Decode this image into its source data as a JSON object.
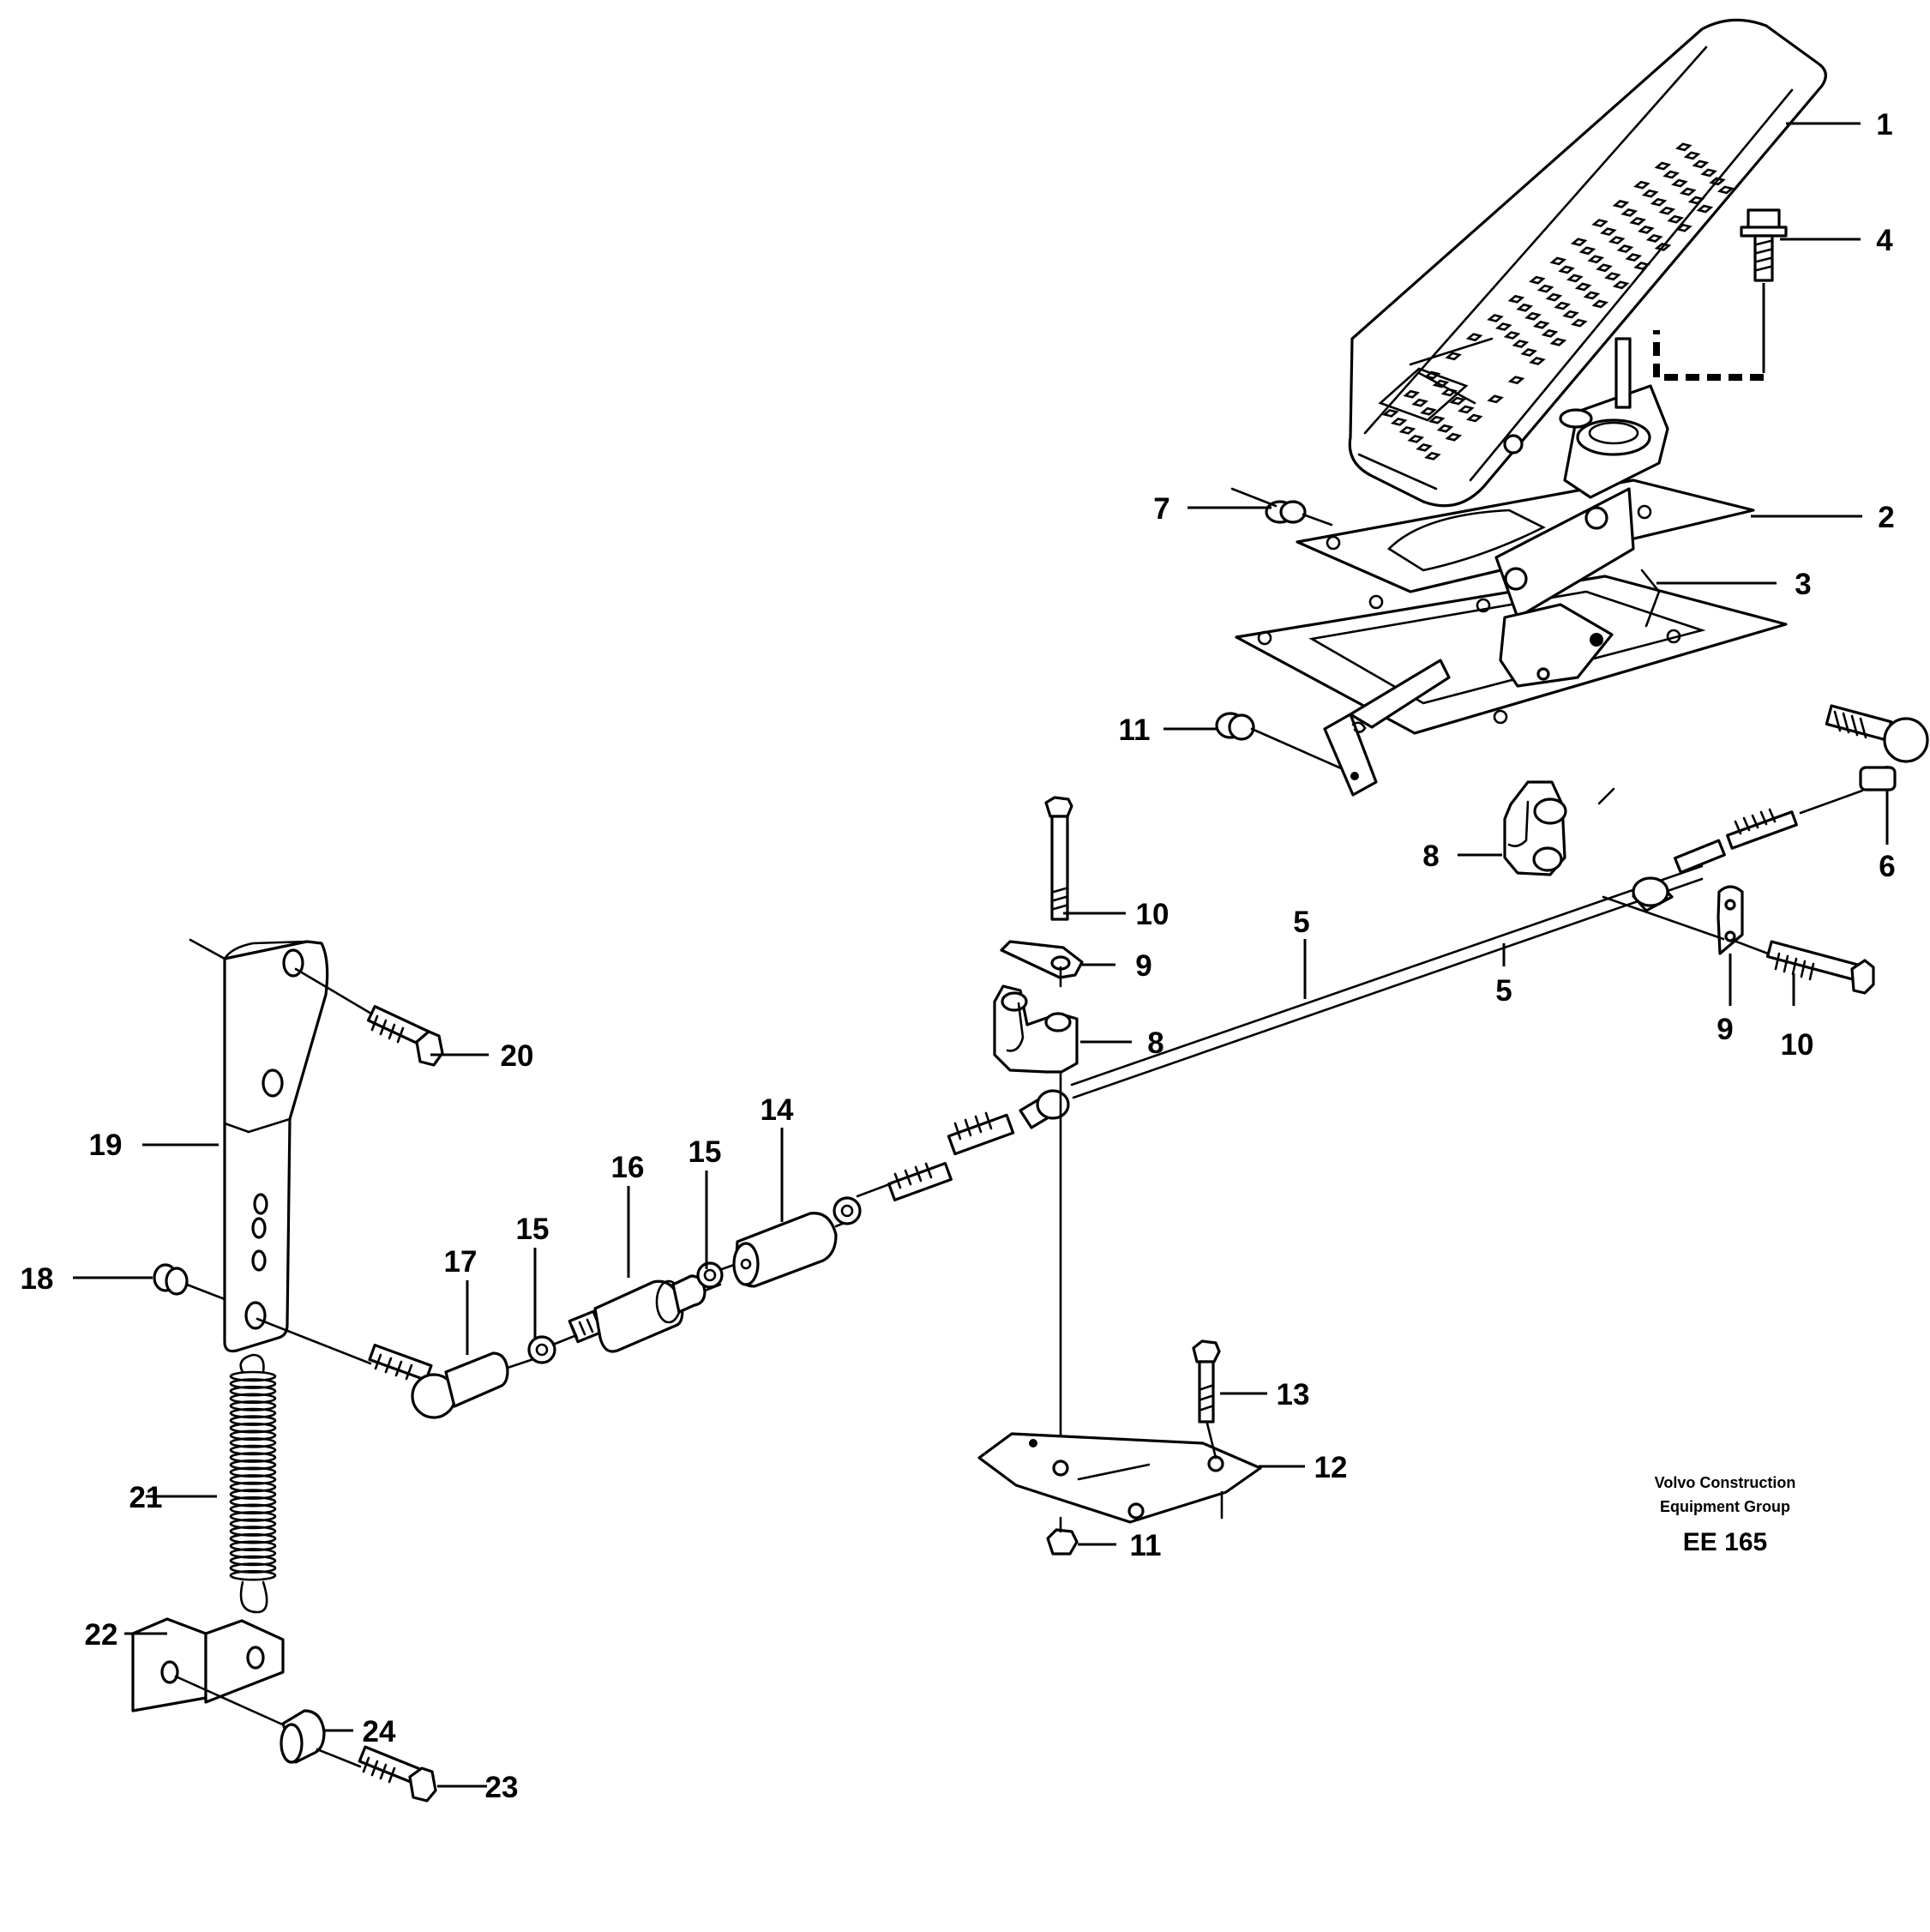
{
  "credit": {
    "line1": "Volvo Construction",
    "line2": "Equipment Group",
    "code": "EE 165"
  },
  "callouts": {
    "c1": "1",
    "c2": "2",
    "c3": "3",
    "c4": "4",
    "c5a": "5",
    "c5b": "5",
    "c6": "6",
    "c7": "7",
    "c8a": "8",
    "c8b": "8",
    "c9a": "9",
    "c9b": "9",
    "c10a": "10",
    "c10b": "10",
    "c11a": "11",
    "c11b": "11",
    "c12": "12",
    "c13": "13",
    "c14": "14",
    "c15a": "15",
    "c15b": "15",
    "c16": "16",
    "c17": "17",
    "c18": "18",
    "c19": "19",
    "c20": "20",
    "c21": "21",
    "c22": "22",
    "c23": "23",
    "c24": "24"
  }
}
